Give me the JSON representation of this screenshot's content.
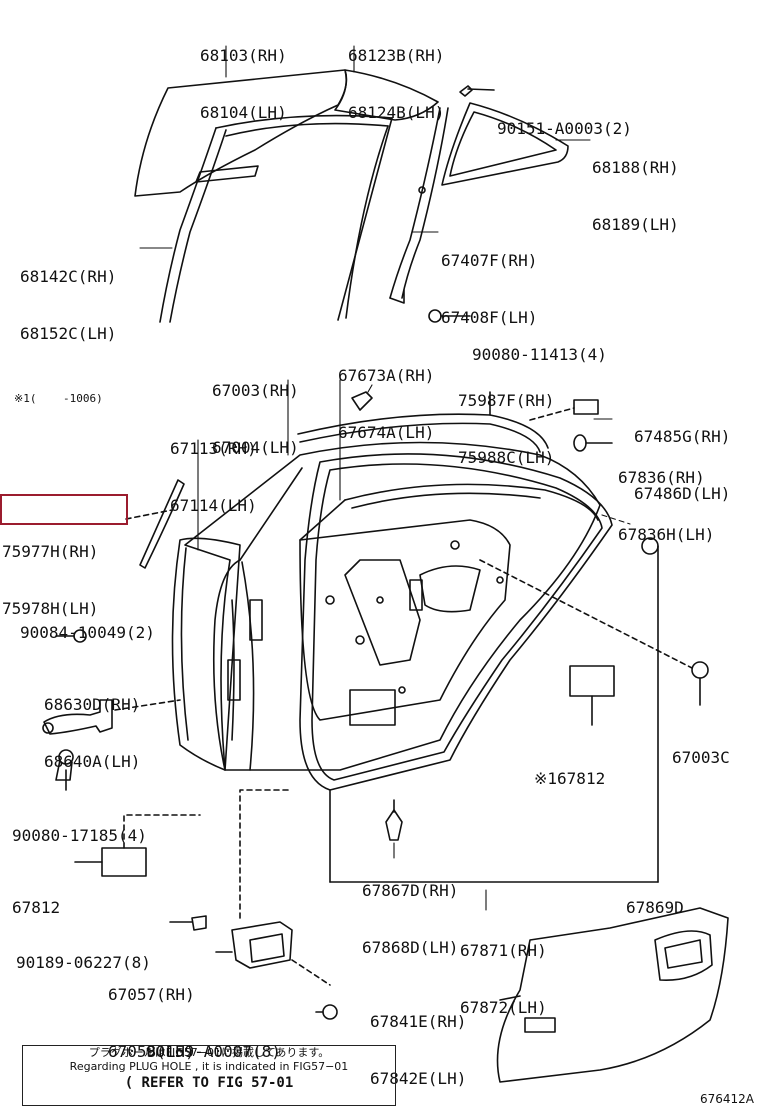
{
  "labels": {
    "p68103": [
      "68103(RH)",
      "68104(LH)"
    ],
    "p68123": [
      "68123B(RH)",
      "68124B(LH)"
    ],
    "p90151": [
      "90151-A0003(2)"
    ],
    "p68188": [
      "68188(RH)",
      "68189(LH)"
    ],
    "p68142": [
      "68142C(RH)",
      "68152C(LH)"
    ],
    "p67407": [
      "67407F(RH)",
      "67408F(LH)"
    ],
    "p90080a": [
      "90080-11413(4)"
    ],
    "p67673": [
      "67673A(RH)",
      "67674A(LH)"
    ],
    "p67003": [
      "67003(RH)",
      "67004(LH)"
    ],
    "p75987": [
      "75987F(RH)",
      "75988C(LH)"
    ],
    "star1006": [
      "※1(    -1006)"
    ],
    "p67485": [
      "67485G(RH)",
      "67486D(LH)"
    ],
    "p67113": [
      "67113(RH)",
      "67114(LH)"
    ],
    "p67836": [
      "67836(RH)",
      "67836H(LH)"
    ],
    "p75977": [
      "75977H(RH)",
      "75978H(LH)"
    ],
    "p90084": [
      "90084-10049(2)"
    ],
    "p68630": [
      "68630D(RH)",
      "68640A(LH)"
    ],
    "p67003c": [
      "67003C"
    ],
    "p167812": [
      "※167812"
    ],
    "p90080b": [
      "90080-17185(4)"
    ],
    "p67867": [
      "67867D(RH)",
      "67868D(LH)"
    ],
    "p67812": [
      "67812"
    ],
    "p67869": [
      "67869D"
    ],
    "p67871": [
      "67871(RH)",
      "67872(LH)"
    ],
    "p90189": [
      "90189-06227(8)"
    ],
    "p67057": [
      "67057(RH)",
      "67058(LH)"
    ],
    "p67841": [
      "67841E(RH)",
      "67842E(LH)"
    ],
    "p90159": [
      "90159-A0007(8)"
    ]
  },
  "note": {
    "line1": "プラグホールはFIG57−01に掲載してあります。",
    "line2": "Regarding PLUG HOLE , it is indicated in FIG57−01",
    "line3": "( REFER TO FIG 57-01"
  },
  "figure_code": "676412A",
  "colors": {
    "ink": "#111111",
    "highlight": "#9b1c2e"
  }
}
